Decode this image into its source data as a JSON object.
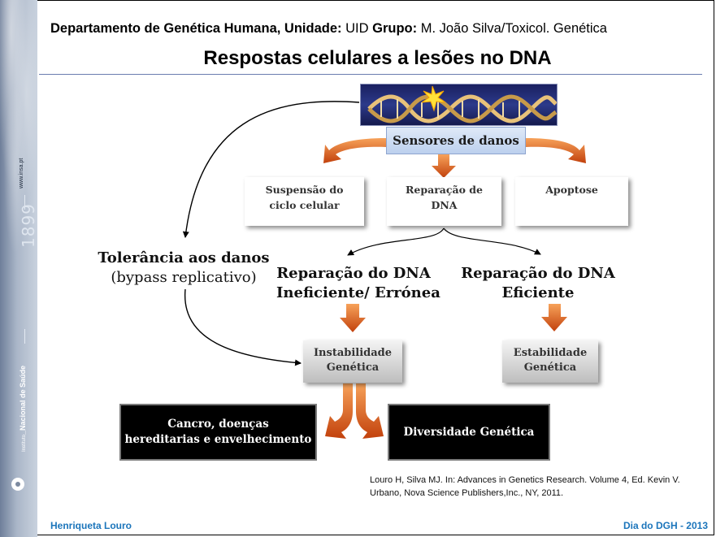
{
  "header": {
    "dept_label": "Departamento de Genética Humana, Unidade:",
    "unit_value": "UID",
    "group_label": "Grupo:",
    "group_value": "M. João Silva/Toxicol. Genética"
  },
  "title": "Respostas celulares a lesões no DNA",
  "sidebar": {
    "url": "www.insa.pt",
    "year": "1899",
    "institute_prefix": "Instituto",
    "institute_name": "Nacional de Saúde"
  },
  "diagram": {
    "sensor": "Sensores de danos",
    "responses": [
      {
        "line1": "Suspensão do",
        "line2": "ciclo celular"
      },
      {
        "line1": "Reparação de",
        "line2": "DNA"
      },
      {
        "line1": "Apoptose",
        "line2": ""
      }
    ],
    "tolerance": {
      "line1": "Tolerância aos danos",
      "line2": "(bypass replicativo)"
    },
    "repair_inefficient": {
      "line1": "Reparação do DNA",
      "line2": "Ineficiente/ Errónea"
    },
    "repair_efficient": {
      "line1": "Reparação do DNA",
      "line2": "Eficiente"
    },
    "instability": {
      "line1": "Instabilidade",
      "line2": "Genética"
    },
    "stability": {
      "line1": "Estabilidade",
      "line2": "Genética"
    },
    "outcome_disease": {
      "line1": "Cancro, doenças",
      "line2": "hereditarias e envelhecimento"
    },
    "outcome_diversity": "Diversidade Genética"
  },
  "reference": "Louro H, Silva MJ. In: Advances in Genetics Research. Volume 4, Ed. Kevin V. Urbano, Nova Science Publishers,Inc., NY, 2011.",
  "footer": {
    "author": "Henriqueta Louro",
    "event": "Dia do DGH - 2013"
  },
  "colors": {
    "arrow_orange": "#e8641a",
    "footer_blue": "#1b75bb",
    "rule": "#6a7db0"
  }
}
